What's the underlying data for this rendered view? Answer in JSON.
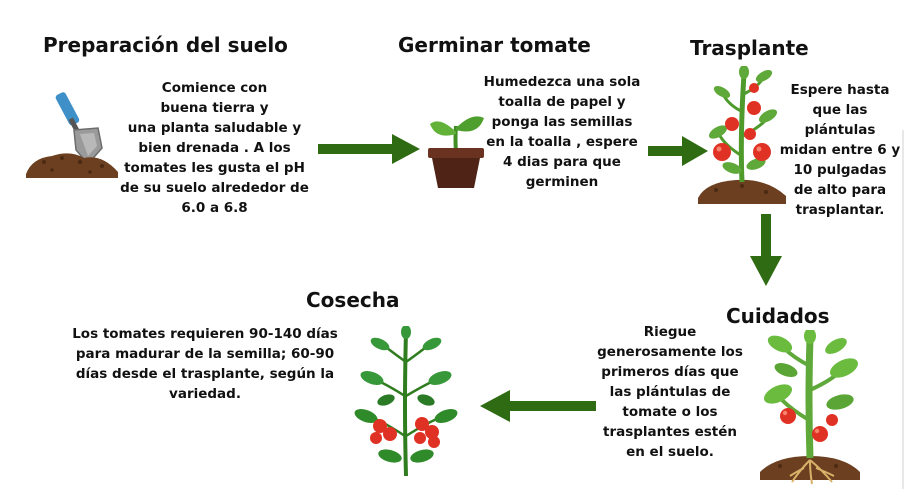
{
  "steps": {
    "soil": {
      "title": "Preparación del suelo",
      "lines": [
        "Comience con",
        "buena tierra y",
        "una planta saludable y",
        "bien drenada . A los",
        "tomates les gusta el pH",
        "de su suelo alrededor de",
        "6.0 a 6.8"
      ],
      "icon": "shovel-soil-icon"
    },
    "germinate": {
      "title": "Germinar tomate",
      "lines": [
        "Humedezca una sola",
        "toalla de papel y",
        "ponga las semillas",
        "en la toalla , espere",
        "4 dias para que",
        "germinen"
      ],
      "icon": "seedling-pot-icon"
    },
    "transplant": {
      "title": "Trasplante",
      "lines": [
        "Espere hasta",
        "que las",
        "plántulas",
        "midan entre 6 y",
        "10 pulgadas",
        "de alto para",
        "trasplantar."
      ],
      "icon": "tomato-plant-icon"
    },
    "care": {
      "title": "Cuidados",
      "lines": [
        "Riegue",
        "generosamente los",
        "primeros días que",
        "las plántulas de",
        "tomate o los",
        "trasplantes estén",
        "en el suelo."
      ],
      "icon": "tomato-plant-roots-icon"
    },
    "harvest": {
      "title": "Cosecha",
      "lines": [
        "Los tomates requieren 90-140 días",
        "para madurar de la semilla; 60-90",
        "días desde el trasplante, según la",
        "variedad."
      ],
      "icon": "tomato-bush-icon"
    }
  },
  "colors": {
    "arrow": "#2e6b12",
    "leaf": "#5fa83a",
    "leaf_dark": "#2f7d1f",
    "tomato": "#e03224",
    "soil": "#6b3f1f",
    "pot": "#5a2a18"
  }
}
